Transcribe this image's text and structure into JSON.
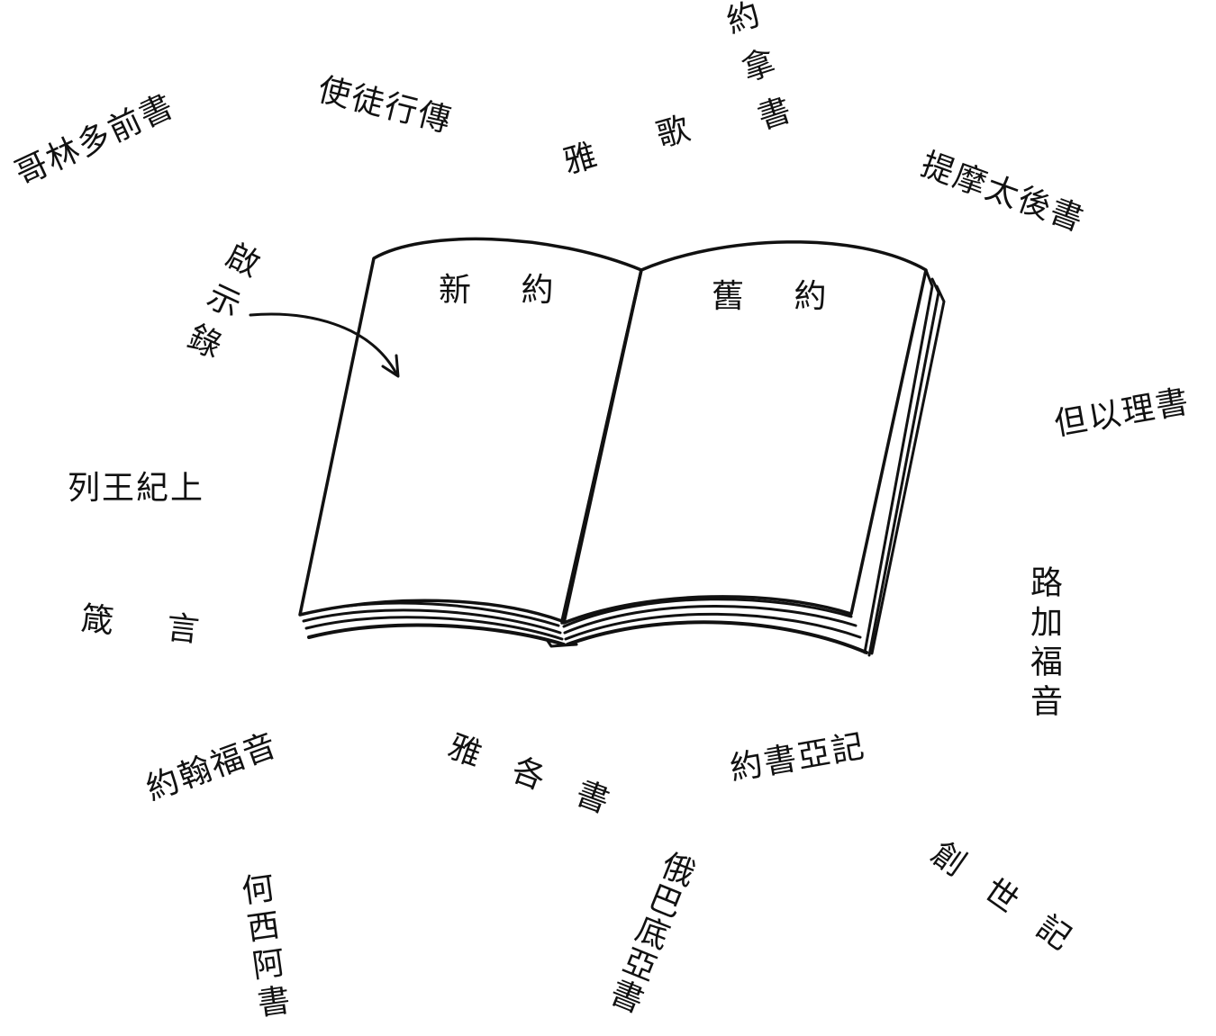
{
  "book": {
    "left_page_title": "新 約",
    "right_page_title": "舊 約"
  },
  "labels": {
    "corinthians_1": "哥林多前書",
    "acts": "使徒行傳",
    "song_of_songs": "雅 歌",
    "jonah": "約拿書",
    "timothy_2": "提摩太後書",
    "daniel": "但以理書",
    "revelation": "啟示錄",
    "kings_1": "列王紀上",
    "proverbs": "箴 言",
    "luke": "路加福音",
    "john": "約翰福音",
    "james": "雅 各 書",
    "joshua": "約書亞記",
    "hosea": "何西阿書",
    "obadiah": "俄巴底亞書",
    "genesis": "創 世 記"
  },
  "colors": {
    "ink": "#111111",
    "paper": "#ffffff"
  }
}
